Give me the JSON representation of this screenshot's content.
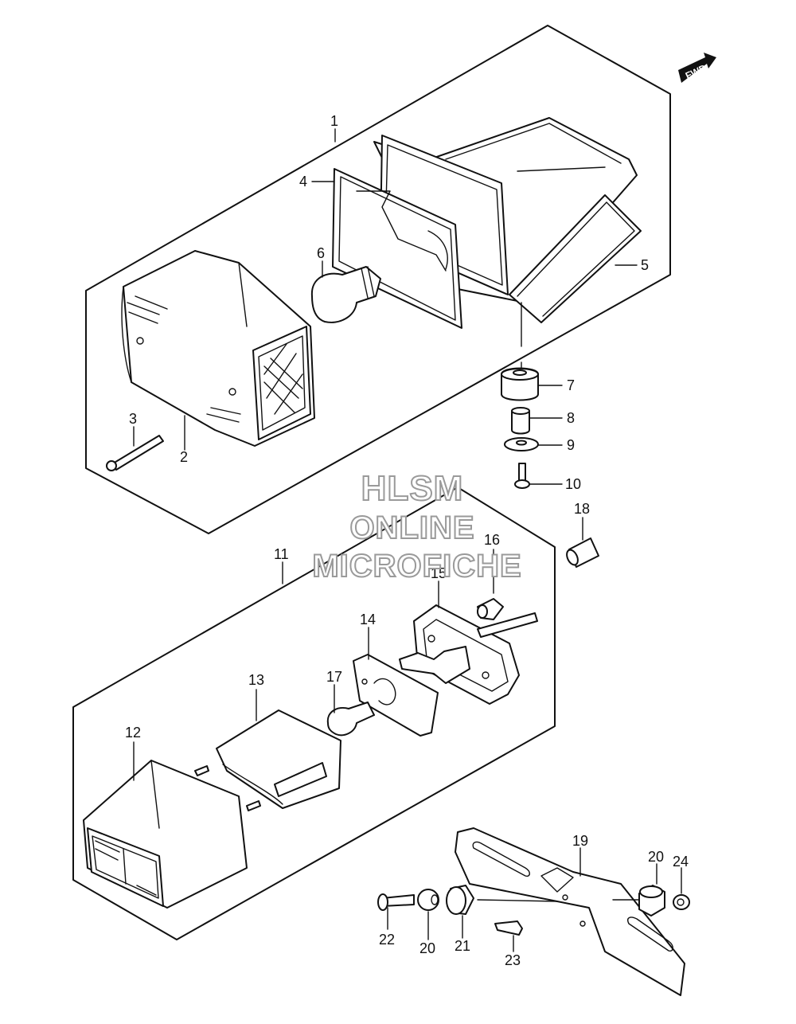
{
  "fwd_label": "FWD",
  "watermark": {
    "line1": "HLSM",
    "line2": "ONLINE",
    "line3": "MICROFICHE"
  },
  "callouts": {
    "c1": "1",
    "c2": "2",
    "c3": "3",
    "c4": "4",
    "c5": "5",
    "c6": "6",
    "c7": "7",
    "c8": "8",
    "c9": "9",
    "c10": "10",
    "c11": "11",
    "c12": "12",
    "c13": "13",
    "c14": "14",
    "c15": "15",
    "c16": "16",
    "c17": "17",
    "c18": "18",
    "c19": "19",
    "c20a": "20",
    "c20b": "20",
    "c21": "21",
    "c22": "22",
    "c23": "23",
    "c24": "24"
  }
}
